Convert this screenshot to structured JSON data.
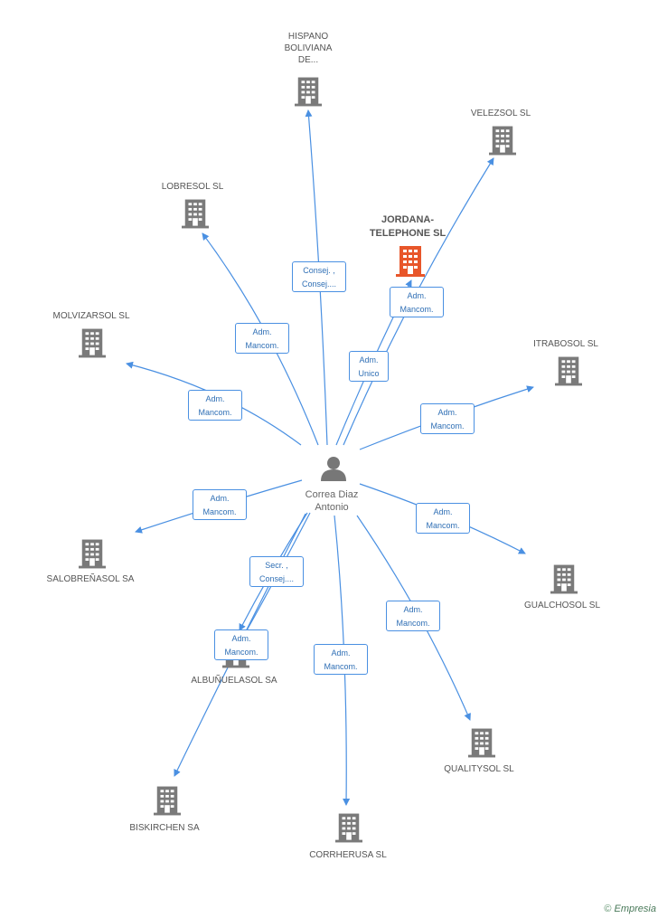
{
  "center": {
    "name_line1": "Correa Diaz",
    "name_line2": "Antonio"
  },
  "companies": {
    "hispano": {
      "lines": [
        "HISPANO",
        "BOLIVIANA",
        "DE..."
      ]
    },
    "velezsol": {
      "lines": [
        "VELEZSOL  SL"
      ]
    },
    "lobresol": {
      "lines": [
        "LOBRESOL SL"
      ]
    },
    "jordana": {
      "lines": [
        "JORDANA-",
        "TELEPHONE SL"
      ]
    },
    "molvizarsol": {
      "lines": [
        "MOLVIZARSOL SL"
      ]
    },
    "itrabosol": {
      "lines": [
        "ITRABOSOL SL"
      ]
    },
    "salobrenasol": {
      "lines": [
        "SALOBREÑASOL SA"
      ]
    },
    "gualchosol": {
      "lines": [
        "GUALCHOSOL SL"
      ]
    },
    "albunuelasol": {
      "lines": [
        "ALBUÑUELASOL SA"
      ]
    },
    "qualitysol": {
      "lines": [
        "QUALITYSOL SL"
      ]
    },
    "biskirchen": {
      "lines": [
        "BISKIRCHEN SA"
      ]
    },
    "correrusa": {
      "lines": [
        "CORRHERUSA SL"
      ]
    }
  },
  "edges": {
    "hispano": [
      "Consej. ,",
      "Consej...."
    ],
    "velezsol": [
      "Adm.",
      "Mancom."
    ],
    "lobresol": [
      "Adm.",
      "Mancom."
    ],
    "jordana": [
      "Adm.",
      "Unico"
    ],
    "molvizarsol": [
      "Adm.",
      "Mancom."
    ],
    "itrabosol": [
      "Adm.",
      "Mancom."
    ],
    "salobrenasol": [
      "Adm.",
      "Mancom."
    ],
    "gualchosol": [
      "Adm.",
      "Mancom."
    ],
    "albunuelasol_a": [
      "Secr. ,",
      "Consej...."
    ],
    "albunuelasol_b": [
      "Adm.",
      "Mancom."
    ],
    "qualitysol": [
      "Adm.",
      "Mancom."
    ],
    "correrusa": [
      "Adm.",
      "Mancom."
    ]
  },
  "colors": {
    "edge": "#4a90e2",
    "building": "#7a7a7a",
    "building_main": "#e8562a",
    "person": "#777777"
  },
  "footer": {
    "copyright": "©",
    "brand": "Empresia"
  }
}
